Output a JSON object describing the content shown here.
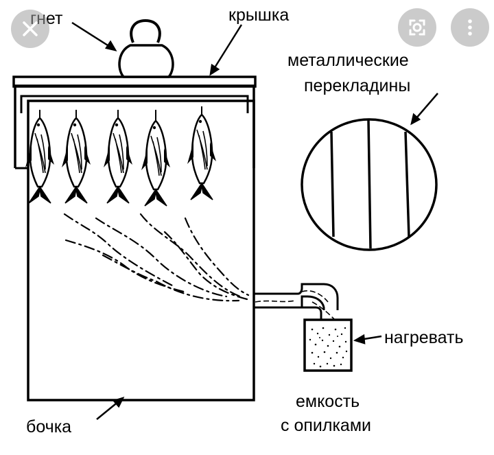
{
  "labels": {
    "weight": "гнет",
    "lid": "крышка",
    "bars_line1": "металлические",
    "bars_line2": "перекладины",
    "heat": "нагревать",
    "container_line1": "емкость",
    "container_line2": "с опилками",
    "barrel": "бочка"
  },
  "overlay": {
    "close_icon": "close-icon",
    "lens_icon": "lens-icon",
    "more_icon": "more-vert-icon"
  },
  "colors": {
    "ink": "#000000",
    "background": "#ffffff",
    "overlay": "#a0a0a0"
  }
}
